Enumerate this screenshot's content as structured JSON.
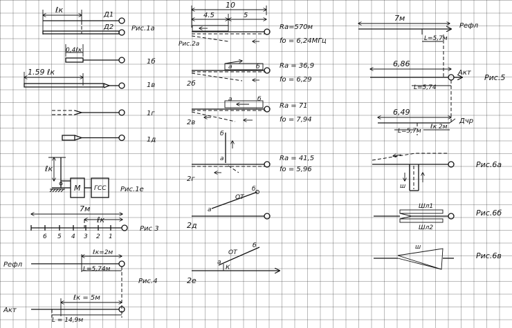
{
  "col1": {
    "lk": "ℓк",
    "d1": "Д1",
    "d2": "Д2",
    "fig1a": "Рис.1а",
    "t04lk": "0,4ℓк",
    "fig1b": "1б",
    "t159lk": "1.59 ℓк",
    "fig1v": "1в",
    "fig1g": "1г",
    "fig1d": "1д",
    "lk_e": "ℓк",
    "M": "М",
    "GSS": "ГСС",
    "fig1e": "Рис.1е",
    "t7m": "7м",
    "lk3": "ℓк",
    "ticks": [
      "6",
      "5",
      "4",
      "3",
      "2",
      "1"
    ],
    "fig3": "Рис 3",
    "lbl_refl": "Рефл",
    "lk2m": "ℓк=2м",
    "L574": "L=5,74м",
    "fig4": "Рис.4",
    "lbl_akt": "Акт",
    "lk5m": "ℓк = 5м",
    "L149": "L = 14,9м"
  },
  "col2": {
    "t10": "10",
    "t45": "4.5",
    "t5": "5",
    "ra570": "Rа=570м",
    "f624": "fо = 6,24МГц",
    "fig2a": "Рис.2а",
    "a_b": "а",
    "b_b": "б",
    "ra369": "Rа = 36,9",
    "f629": "fо = 6,29",
    "fig2b": "2б",
    "a_v": "а",
    "b_v": "б",
    "ra71": "Ra = 71",
    "f794": "fо = 7,94",
    "fig2v": "2в",
    "b_g": "б",
    "a_g": "а",
    "ra415": "Rа = 41,5",
    "f596": "fо = 5,96",
    "fig2g": "2г",
    "ot_d": "ОТ",
    "b_d": "б",
    "a_d": "а",
    "fig2d": "2д",
    "ot_e": "ОТ",
    "b_e": "б",
    "a_e": "а",
    "k_e": "К",
    "fig2e": "2е"
  },
  "col3": {
    "t7m": "7м",
    "lbl_refl": "Рефл",
    "L57": "L=5,7м",
    "t686": "6,86",
    "lbl_akt": "Акт",
    "fig5": "Рис.5",
    "L574": "L=5,74",
    "t649": "6,49",
    "lbl_dchr": "Дчр",
    "L57b": "L=5,7м",
    "lk2m": "ℓк 2м",
    "fig6a": "Рис.6а",
    "sh": "ш",
    "shl1": "Шл1",
    "shl2": "Шл2",
    "fig6b": "Рис.6б",
    "sh2": "ш",
    "fig6v": "Рис.6в"
  }
}
